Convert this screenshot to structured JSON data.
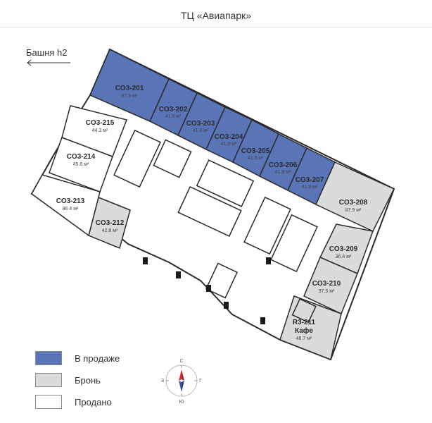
{
  "page": {
    "title": "ТЦ «Авиапарк»"
  },
  "navigation": {
    "tower_link": "Башня h2"
  },
  "colors": {
    "for_sale": "#5a74b8",
    "reserved": "#dadcdc",
    "sold": "#ffffff",
    "outline": "#2a2a2a"
  },
  "units": [
    {
      "id": "CO3-201",
      "area": "87.9 м²",
      "status": "for_sale"
    },
    {
      "id": "CO3-202",
      "area": "41.9 м²",
      "status": "for_sale"
    },
    {
      "id": "CO3-203",
      "area": "41.9 м²",
      "status": "for_sale"
    },
    {
      "id": "CO3-204",
      "area": "41.9 м²",
      "status": "for_sale"
    },
    {
      "id": "CO3-205",
      "area": "41.9 м²",
      "status": "for_sale"
    },
    {
      "id": "CO3-206",
      "area": "41.9 м²",
      "status": "for_sale"
    },
    {
      "id": "CO3-207",
      "area": "41.9 м²",
      "status": "for_sale"
    },
    {
      "id": "CO3-208",
      "area": "87.9 м²",
      "status": "reserved"
    },
    {
      "id": "CO3-209",
      "area": "36.4 м²",
      "status": "reserved"
    },
    {
      "id": "CO3-210",
      "area": "37.5 м²",
      "status": "reserved"
    },
    {
      "id": "R3-211",
      "name": "Кафе",
      "area": "46.7 м²",
      "status": "reserved"
    },
    {
      "id": "CO3-212",
      "area": "42.8 м²",
      "status": "reserved"
    },
    {
      "id": "CO3-213",
      "area": "86.4 м²",
      "status": "sold"
    },
    {
      "id": "CO3-214",
      "area": "45.6 м²",
      "status": "sold"
    },
    {
      "id": "CO3-215",
      "area": "44.3 м²",
      "status": "sold"
    }
  ],
  "legend": [
    {
      "label": "В продаже",
      "status": "for_sale"
    },
    {
      "label": "Бронь",
      "status": "reserved"
    },
    {
      "label": "Продано",
      "status": "sold"
    }
  ],
  "compass": {
    "north": "С",
    "south": "Ю",
    "west": "З",
    "east": "Г"
  }
}
